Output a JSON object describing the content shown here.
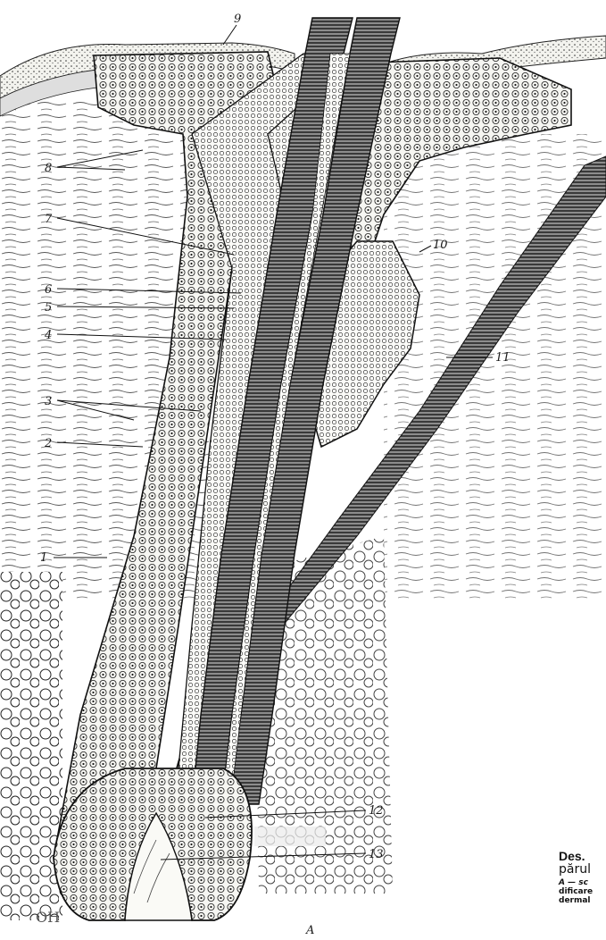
{
  "figure": {
    "labels": [
      "1",
      "2",
      "3",
      "4",
      "5",
      "6",
      "7",
      "8",
      "9",
      "10",
      "11",
      "12",
      "13"
    ],
    "panel_letter": "A",
    "corner_mark": "OH",
    "caption": {
      "title": "Des.",
      "subtitle": "părul",
      "line1": "A — sc",
      "line2": "dificare",
      "line3": "dermal"
    }
  }
}
